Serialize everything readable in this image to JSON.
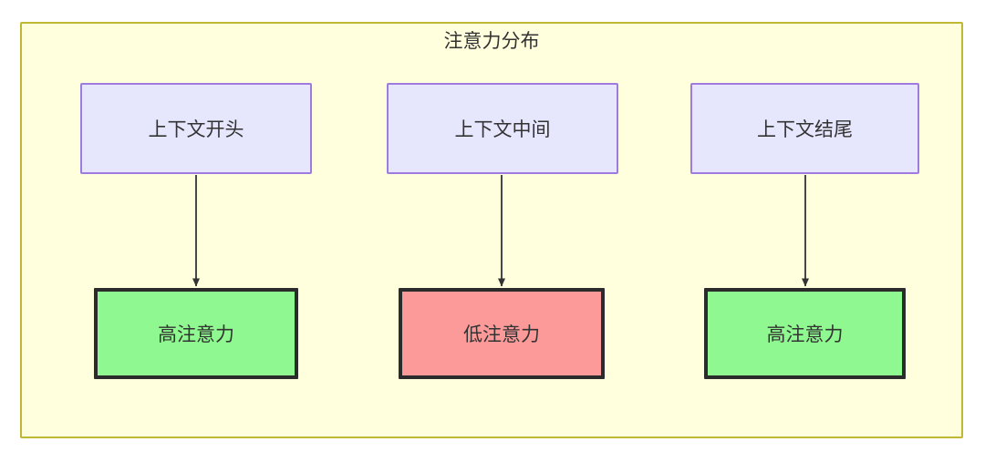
{
  "diagram": {
    "title": "注意力分布",
    "frame_fill": "#ffffdd",
    "frame_stroke": "#bfb832",
    "nodes": {
      "context_start": {
        "label": "上下文开头",
        "fill": "#e6e6fd",
        "stroke": "#9f7ae0"
      },
      "context_middle": {
        "label": "上下文中间",
        "fill": "#e6e6fd",
        "stroke": "#9f7ae0"
      },
      "context_end": {
        "label": "上下文结尾",
        "fill": "#e6e6fd",
        "stroke": "#9f7ae0"
      },
      "attention_start": {
        "label": "高注意力",
        "fill": "#90f890",
        "stroke": "#2b2b2b"
      },
      "attention_middle": {
        "label": "低注意力",
        "fill": "#fc9a9a",
        "stroke": "#2b2b2b"
      },
      "attention_end": {
        "label": "高注意力",
        "fill": "#90f890",
        "stroke": "#2b2b2b"
      }
    },
    "edges": [
      {
        "from": "context_start",
        "to": "attention_start",
        "label": ""
      },
      {
        "from": "context_middle",
        "to": "attention_middle",
        "label": ""
      },
      {
        "from": "context_end",
        "to": "attention_end",
        "label": ""
      }
    ]
  }
}
